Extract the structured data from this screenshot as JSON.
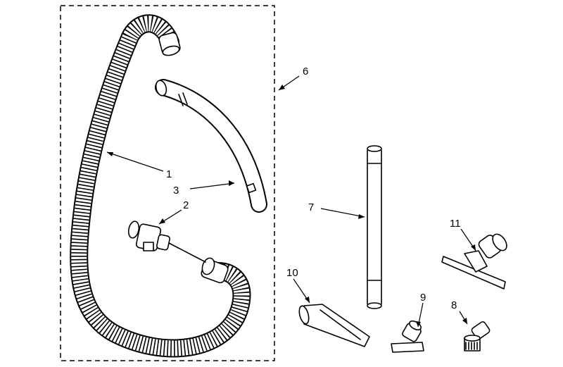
{
  "diagram": {
    "callouts": [
      {
        "id": "1",
        "label": "1",
        "part": "hose"
      },
      {
        "id": "2",
        "label": "2",
        "part": "hose-swivel-connector"
      },
      {
        "id": "3",
        "label": "3",
        "part": "curved-wand-handle"
      },
      {
        "id": "6",
        "label": "6",
        "part": "hose-assembly-kit"
      },
      {
        "id": "7",
        "label": "7",
        "part": "extension-wand"
      },
      {
        "id": "8",
        "label": "8",
        "part": "dusting-brush"
      },
      {
        "id": "9",
        "label": "9",
        "part": "upholstery-tool"
      },
      {
        "id": "10",
        "label": "10",
        "part": "crevice-tool"
      },
      {
        "id": "11",
        "label": "11",
        "part": "floor-tool"
      }
    ]
  }
}
